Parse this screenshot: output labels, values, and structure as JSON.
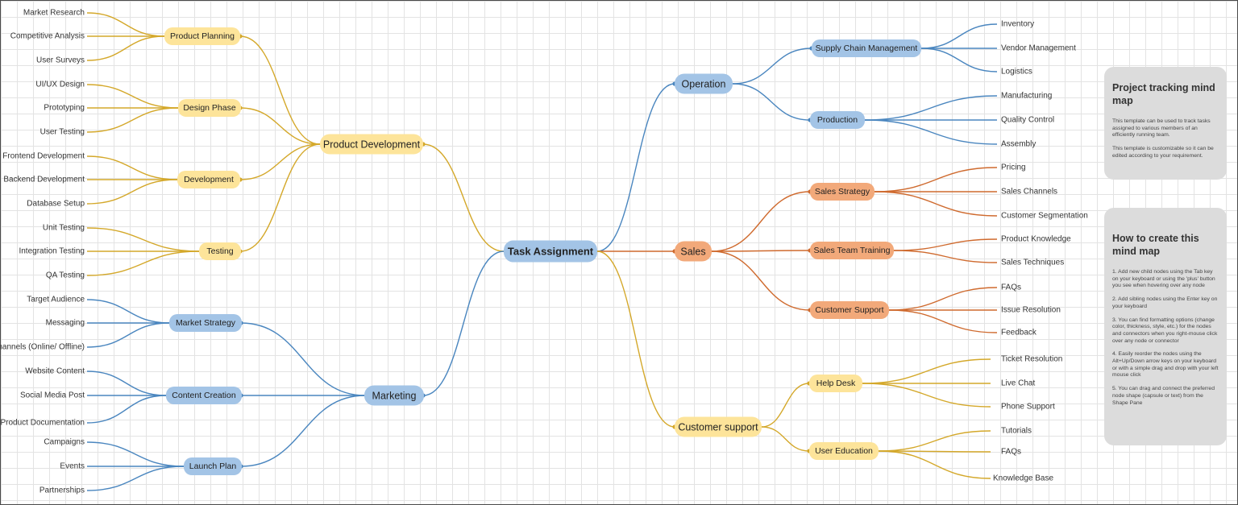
{
  "center": {
    "label": "Task Assignment"
  },
  "product_development": {
    "label": "Product Development",
    "groups": [
      {
        "label": "Product Planning",
        "leaves": [
          "Market Research",
          "Competitive Analysis",
          "User Surveys"
        ]
      },
      {
        "label": "Design Phase",
        "leaves": [
          "UI/UX Design",
          "Prototyping",
          "User Testing"
        ]
      },
      {
        "label": "Development",
        "leaves": [
          "Frontend Development",
          "Backend Development",
          "Database Setup"
        ]
      },
      {
        "label": "Testing",
        "leaves": [
          "Unit Testing",
          "Integration Testing",
          "QA Testing"
        ]
      }
    ]
  },
  "marketing": {
    "label": "Marketing",
    "groups": [
      {
        "label": "Market Strategy",
        "leaves": [
          "Target Audience",
          "Messaging",
          "Channels (Online/ Offline)"
        ]
      },
      {
        "label": "Content Creation",
        "leaves": [
          "Website Content",
          "Social Media Post",
          "Product Documentation"
        ]
      },
      {
        "label": "Launch Plan",
        "leaves": [
          "Campaigns",
          "Events",
          "Partnerships"
        ]
      }
    ]
  },
  "operation": {
    "label": "Operation",
    "groups": [
      {
        "label": "Supply Chain Management",
        "leaves": [
          "Inventory",
          "Vendor Management",
          "Logistics"
        ]
      },
      {
        "label": "Production",
        "leaves": [
          "Manufacturing",
          "Quality Control",
          "Assembly"
        ]
      }
    ]
  },
  "sales": {
    "label": "Sales",
    "groups": [
      {
        "label": "Sales Strategy",
        "leaves": [
          "Pricing",
          "Sales Channels",
          "Customer Segmentation"
        ]
      },
      {
        "label": "Sales Team Training",
        "leaves": [
          "Product Knowledge",
          "Sales Techniques"
        ]
      },
      {
        "label": "Customer Support",
        "leaves": [
          "FAQs",
          "Issue Resolution",
          "Feedback"
        ]
      }
    ]
  },
  "customer_support": {
    "label": "Customer support",
    "groups": [
      {
        "label": "Help Desk",
        "leaves": [
          "Ticket Resolution",
          "Live Chat",
          "Phone Support"
        ]
      },
      {
        "label": "User Education",
        "leaves": [
          "Tutorials",
          "FAQs",
          "Knowledge Base"
        ]
      }
    ]
  },
  "info_card_1": {
    "title": "Project tracking mind map",
    "paragraphs": [
      "This template can be used to track tasks assigned to various members of an efficiently running team.",
      "This template is customizable so it can be edited according to your requirement."
    ]
  },
  "info_card_2": {
    "title": "How to create this mind map",
    "paragraphs": [
      "1. Add new child nodes using the Tab key on your keyboard or using the 'plus' button you see when hovering over any node",
      "2. Add sibling nodes using the Enter key on your keyboard",
      "3. You can find formatting options (change color, thickness, style, etc.) for the nodes and connectors when you right-mouse click over any node or connector",
      "4. Easily reorder the nodes using the Alt+Up/Down arrow keys on your keyboard or with a simple drag and drop with your left mouse click",
      "5. You can  drag and connect the preferred node shape (capsule or text) from the Shape Pane"
    ]
  },
  "colors": {
    "yellow_node": "#fde49a",
    "yellow_line": "#d4a82a",
    "blue_node": "#a3c4e6",
    "blue_line": "#4a86bf",
    "orange_node": "#f2a97a",
    "orange_line": "#cf6a2e",
    "card_bg": "#dcdcdc"
  }
}
